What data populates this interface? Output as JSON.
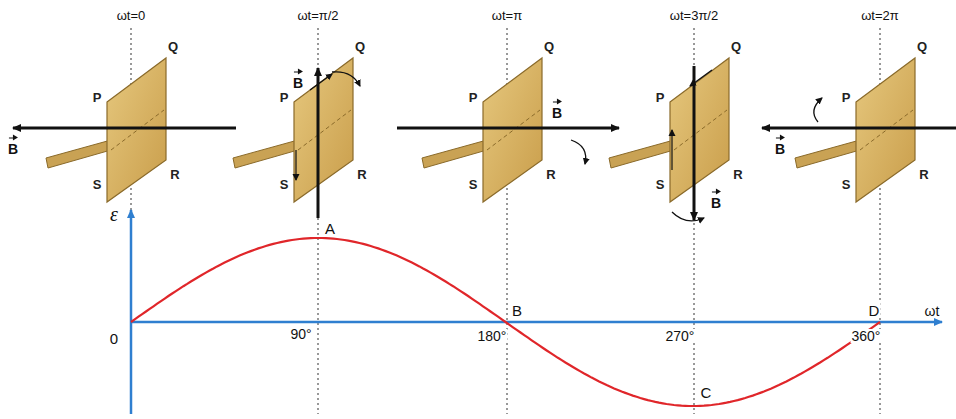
{
  "diagram": {
    "labels": [
      "ωt=0",
      "B",
      "P",
      "Q",
      "R",
      "S",
      "ωt=π/2",
      "B",
      "P",
      "Q",
      "R",
      "S",
      "ωt=π",
      "B",
      "P",
      "Q",
      "R",
      "S",
      "ωt=3π/2",
      "B",
      "P",
      "Q",
      "R",
      "S",
      "ωt=2π",
      "B",
      "P",
      "Q",
      "R",
      "S",
      "ε",
      "ωt",
      "0",
      "90°",
      "180°",
      "270°",
      "360°",
      "A",
      "B",
      "C",
      "D"
    ]
  }
}
